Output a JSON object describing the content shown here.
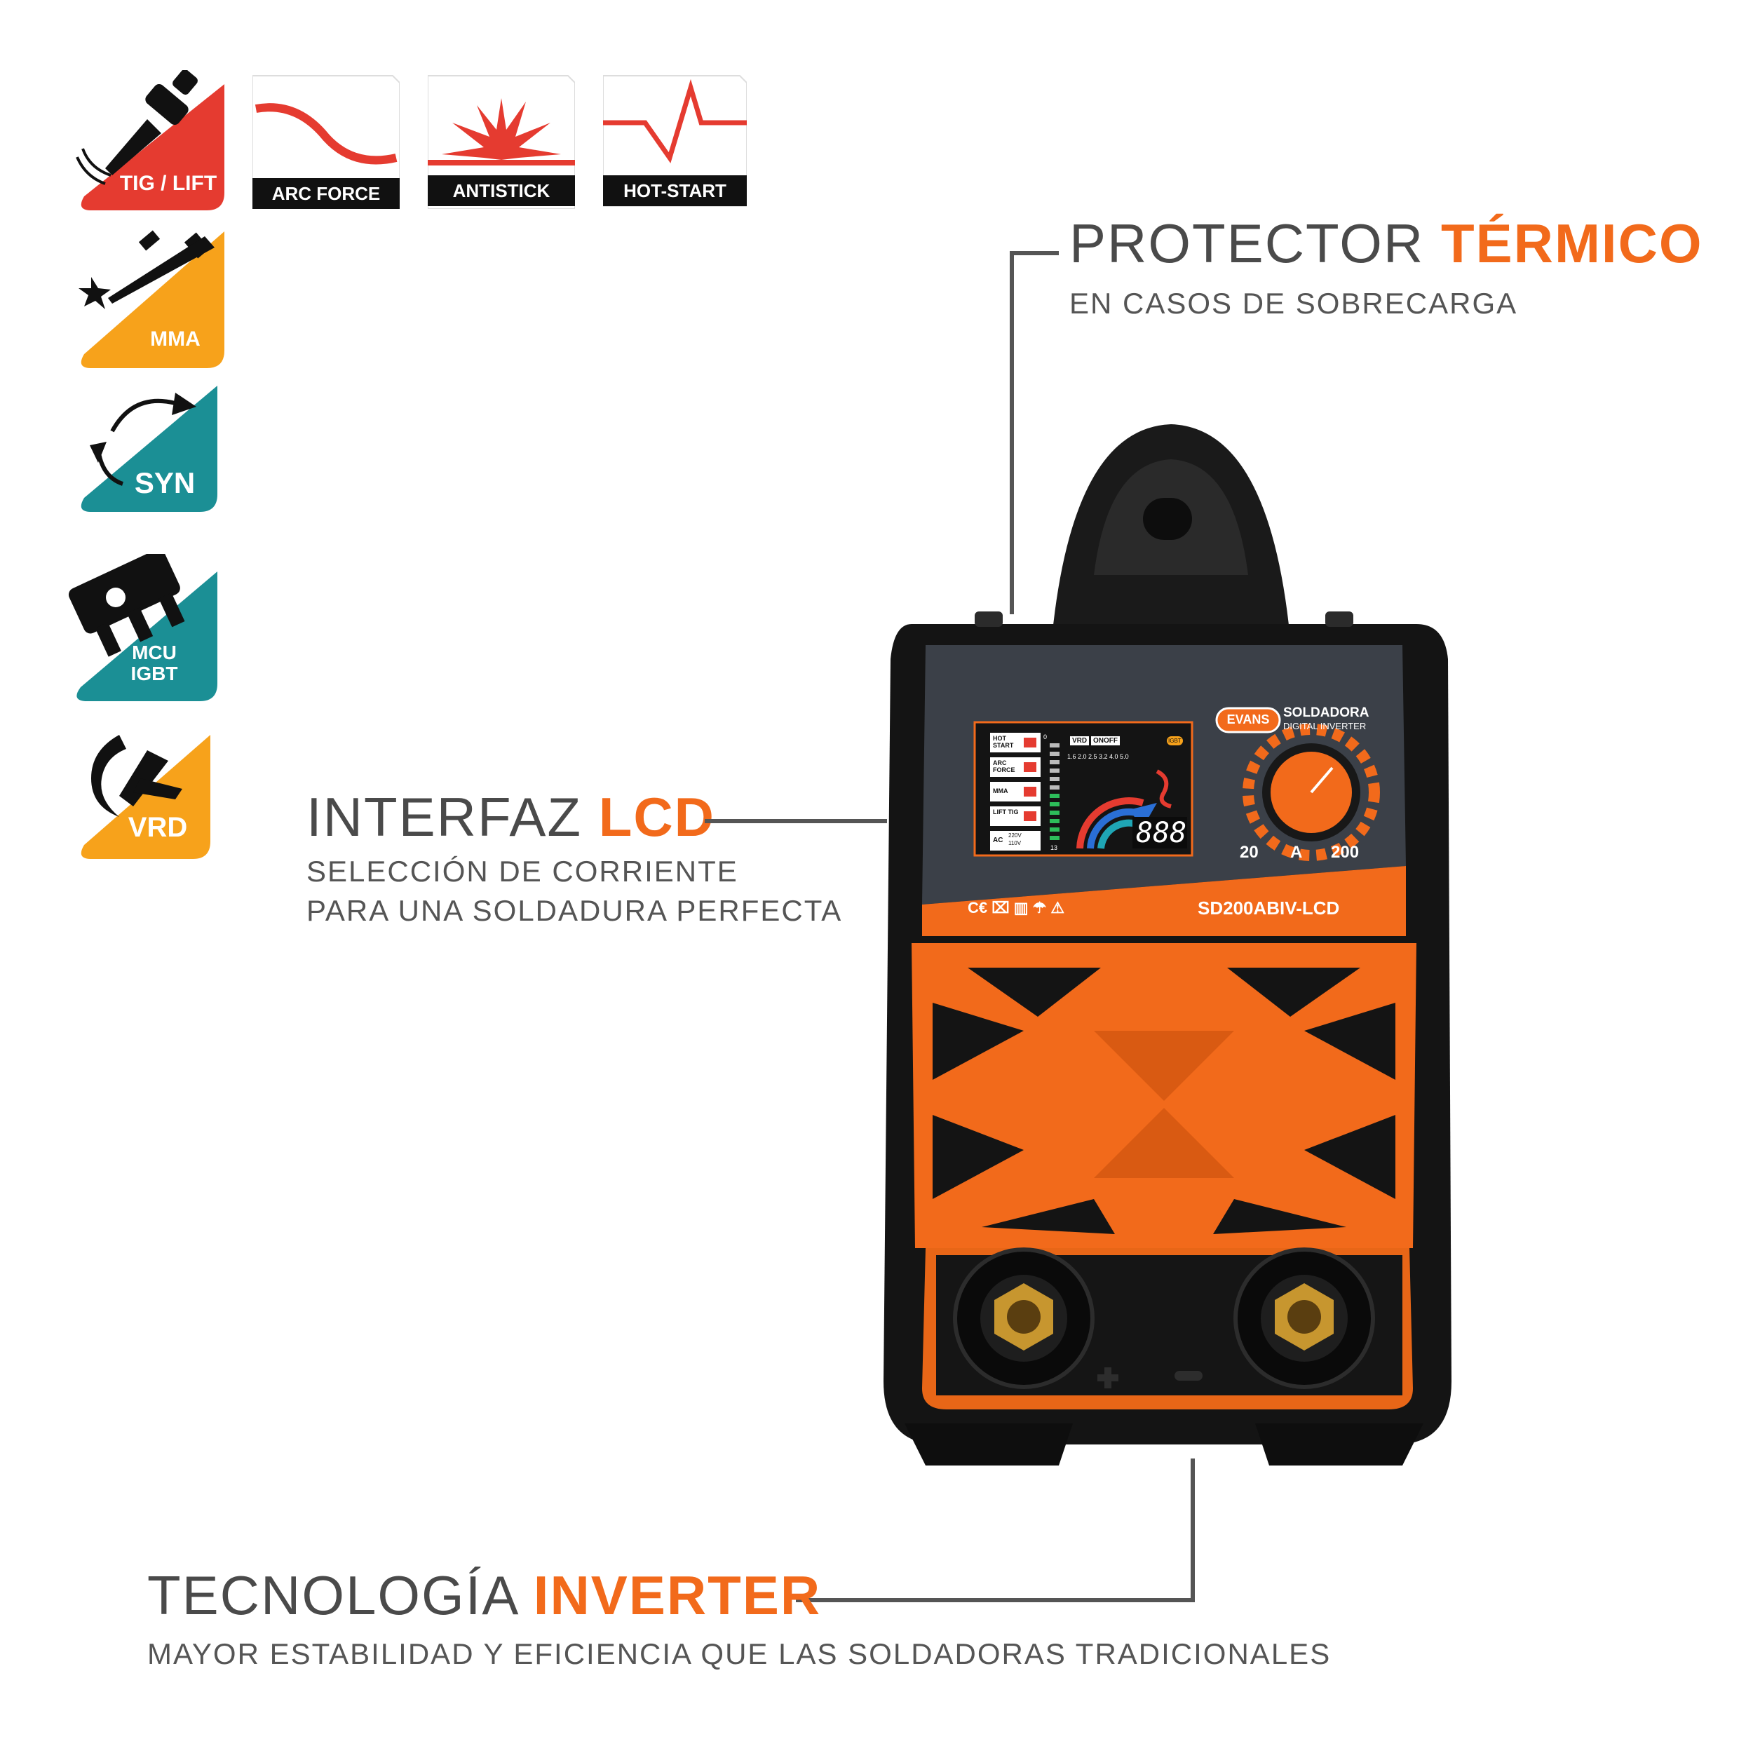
{
  "features": {
    "tig": {
      "label": "TIG / LIFT",
      "color": "#e53b30"
    },
    "mma": {
      "label": "MMA",
      "color": "#f7a21b"
    },
    "syn": {
      "label": "SYN",
      "color": "#1b8f95"
    },
    "mcu": {
      "line1": "MCU",
      "line2": "IGBT",
      "color": "#1b8f95"
    },
    "vrd": {
      "label": "VRD",
      "color": "#f7a21b"
    }
  },
  "functions": {
    "arc_force": "ARC FORCE",
    "antistick": "ANTISTICK",
    "hot_start": "HOT-START"
  },
  "callouts": {
    "thermal": {
      "title_a": "PROTECTOR ",
      "title_b": "TÉRMICO",
      "subtitle": "EN CASOS  DE SOBRECARGA"
    },
    "lcd": {
      "title_a": "INTERFAZ ",
      "title_b": "LCD",
      "sub1": "SELECCIÓN DE CORRIENTE",
      "sub2": "PARA UNA SOLDADURA PERFECTA"
    },
    "inverter": {
      "title_a": "TECNOLOGÍA ",
      "title_b": "INVERTER",
      "subtitle": "MAYOR ESTABILIDAD Y EFICIENCIA QUE LAS SOLDADORAS TRADICIONALES"
    }
  },
  "machine": {
    "brand": "EVANS",
    "product_line1": "SOLDADORA",
    "product_line2": "DIGITAL INVERTER",
    "model": "SD200ABIV-LCD",
    "dial_min": "20",
    "dial_unit": "A",
    "dial_max": "200",
    "marks": "C€ ⌧ ▥ ☂ ⚠",
    "lcd": {
      "menu": [
        "HOT START",
        "ARC FORCE",
        "MMA",
        "LIFT TIG"
      ],
      "ac": "AC",
      "v220": "220V",
      "v110": "110V",
      "vrd": "VRD",
      "onoff": "ONOFF",
      "scale": "1.6 2.0 2.5 3.2 4.0 5.0",
      "igbt": "IGBT",
      "display": "888",
      "bar_top": "0",
      "bar_bottom": "13"
    },
    "colors": {
      "orange": "#f26a1b",
      "body": "#141414",
      "panel": "#3b4048"
    }
  }
}
